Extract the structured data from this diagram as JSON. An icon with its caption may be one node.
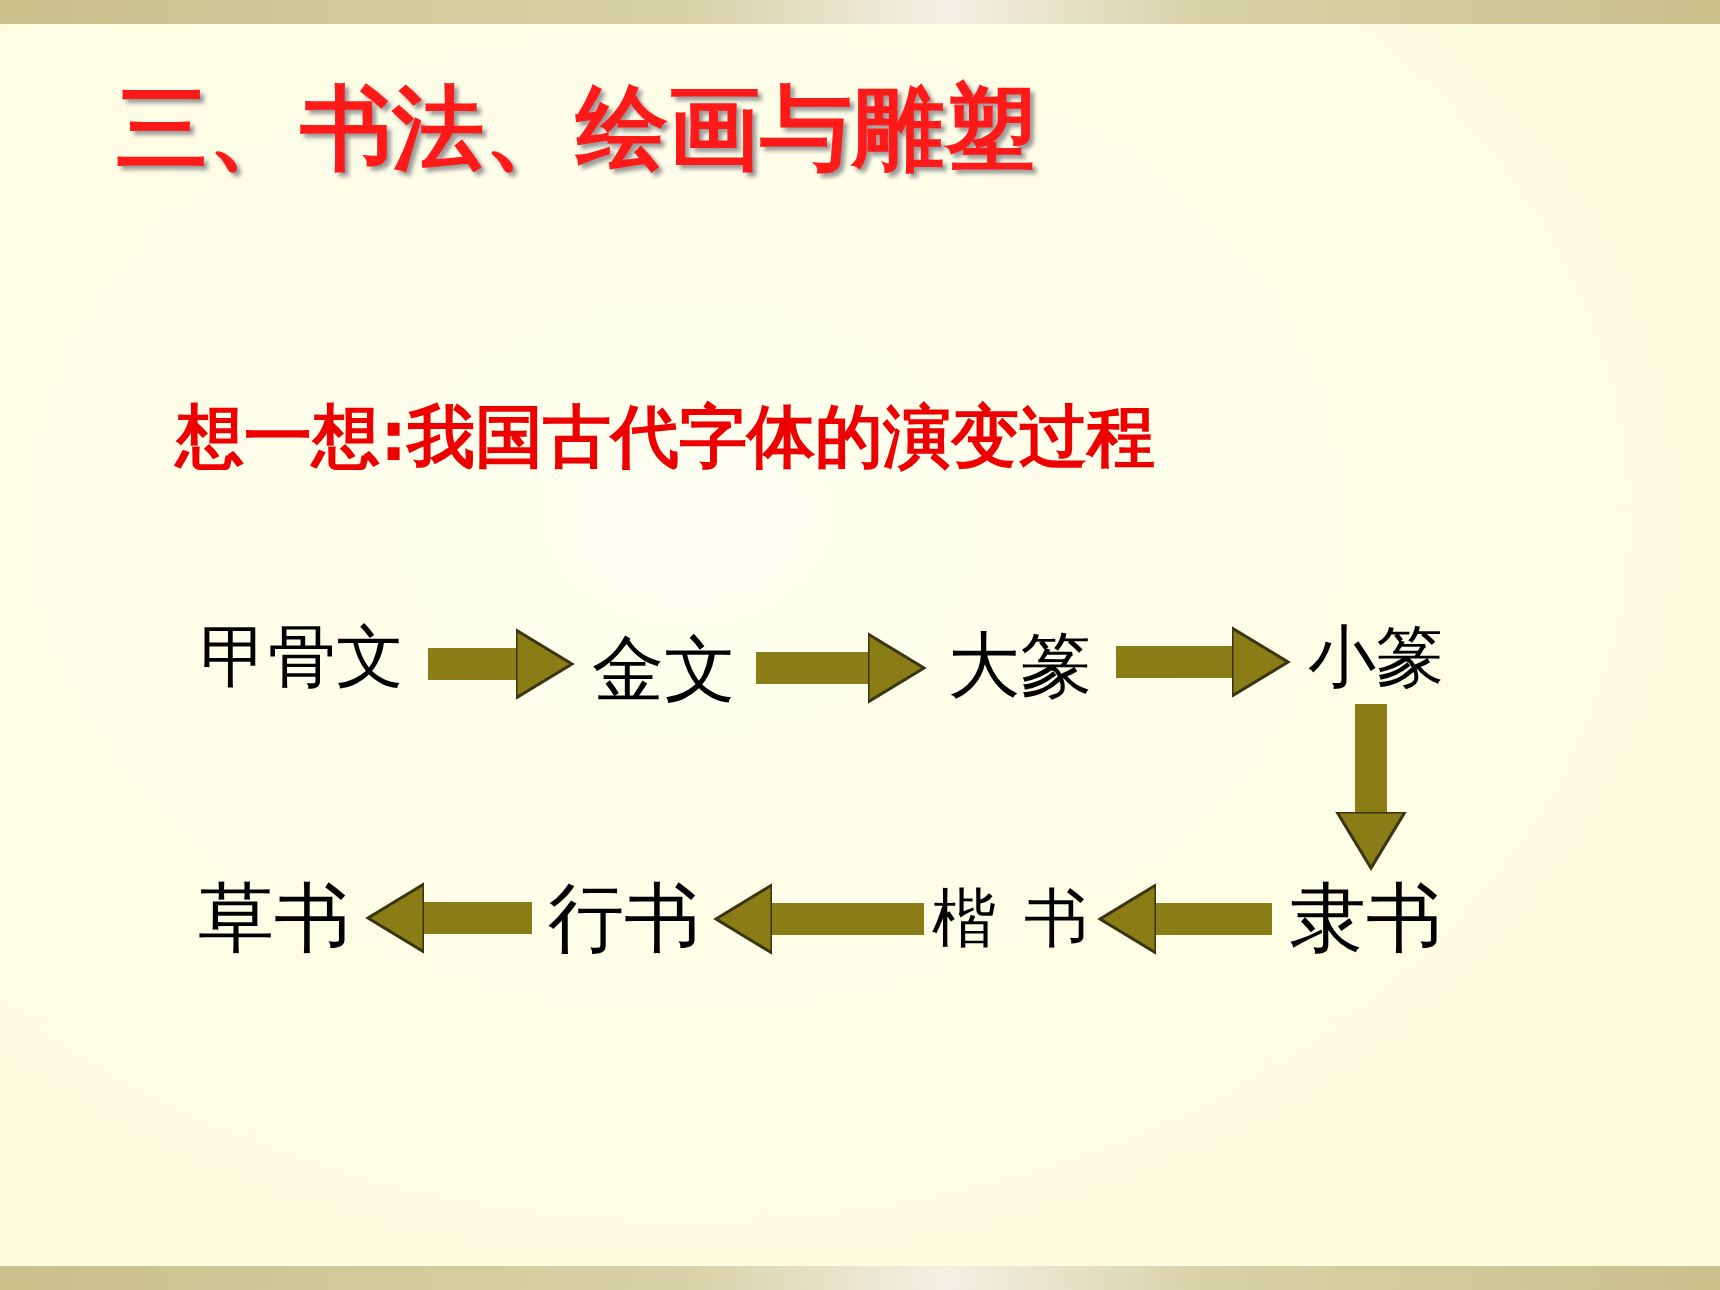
{
  "diagram": {
    "title": "三、书法、绘画与雕塑",
    "nodes": [
      {
        "text": [
          "甲骨文"
        ]
      },
      {
        "text": [
          "金文"
        ]
      },
      {
        "text": [
          "大篆"
        ]
      },
      {
        "text": [
          "小篆"
        ]
      },
      {
        "text": [
          "隶书"
        ]
      },
      {
        "text": [
          "楷 书"
        ]
      },
      {
        "text": [
          "行书"
        ]
      },
      {
        "text": [
          "草书"
        ]
      }
    ],
    "edges": [
      {
        "from": 0,
        "to": 1,
        "arrow": "to"
      },
      {
        "from": 1,
        "to": 2,
        "arrow": "to"
      },
      {
        "from": 2,
        "to": 3,
        "arrow": "to"
      },
      {
        "from": 3,
        "to": 4,
        "arrow": "to"
      },
      {
        "from": 4,
        "to": 5,
        "arrow": "to"
      },
      {
        "from": 5,
        "to": 6,
        "arrow": "to"
      },
      {
        "from": 6,
        "to": 7,
        "arrow": "to"
      }
    ],
    "labels": [
      "想一想:我国古代字体的演变过程"
    ]
  }
}
